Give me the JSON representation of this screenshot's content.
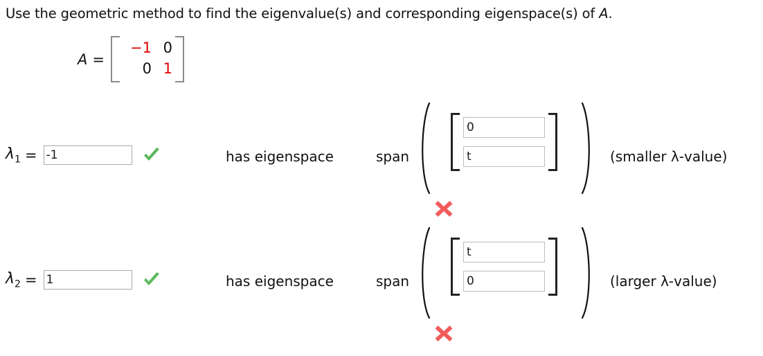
{
  "question": {
    "text_before_var": "Use the geometric method to find the eigenvalue(s) and corresponding eigenspace(s) of ",
    "variable": "A",
    "text_after_var": "."
  },
  "matrix": {
    "label": "A",
    "equals": "=",
    "rows": [
      [
        {
          "value": "−1",
          "color": "#e00000"
        },
        {
          "value": "0",
          "color": "#111111"
        }
      ],
      [
        {
          "value": "0",
          "color": "#111111"
        },
        {
          "value": "1",
          "color": "#e00000"
        }
      ]
    ]
  },
  "labels": {
    "equals": "=",
    "has_eigenspace": "has eigenspace",
    "span": "span"
  },
  "colors": {
    "correct": "#5cb85c",
    "incorrect": "#f25c5c",
    "matrix_accent": "#e00000",
    "input_border": "#a8a8a8"
  },
  "rows": [
    {
      "lambda_label": "λ",
      "lambda_subscript": "1",
      "eigenvalue": "-1",
      "eigenvalue_status": "correct",
      "eigenvalue_status_icon": "green-check-icon",
      "vector": [
        "0",
        "t"
      ],
      "vector_status": "incorrect",
      "vector_status_icon": "red-x-icon",
      "note": "(smaller λ-value)"
    },
    {
      "lambda_label": "λ",
      "lambda_subscript": "2",
      "eigenvalue": "1",
      "eigenvalue_status": "correct",
      "eigenvalue_status_icon": "green-check-icon",
      "vector": [
        "t",
        "0"
      ],
      "vector_status": "incorrect",
      "vector_status_icon": "red-x-icon",
      "note": "(larger λ-value)"
    }
  ]
}
